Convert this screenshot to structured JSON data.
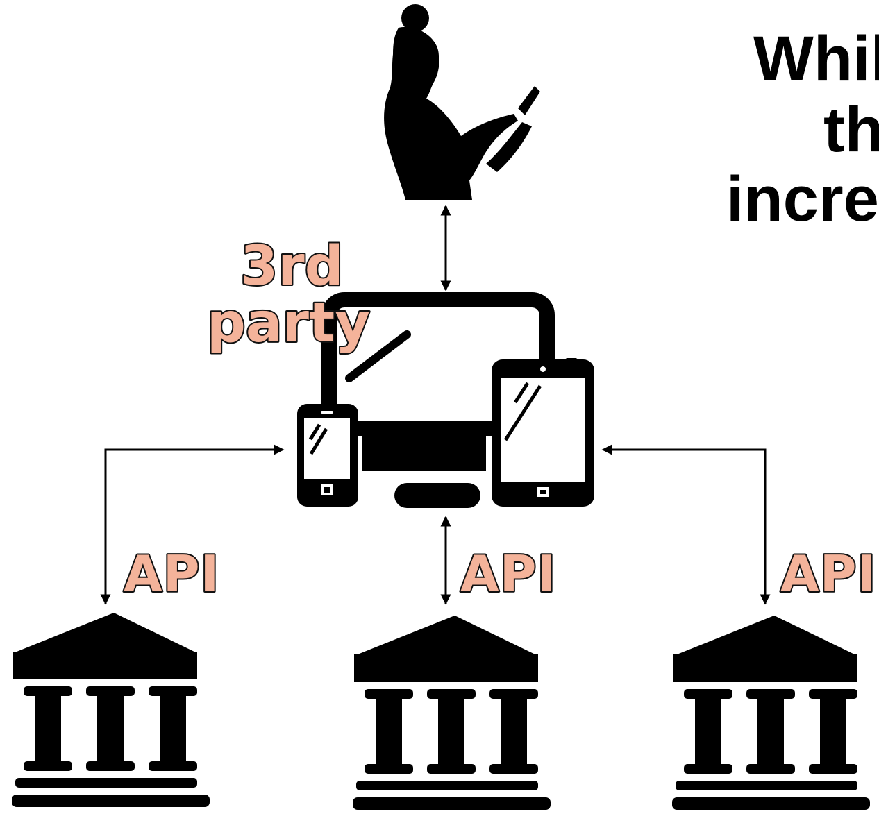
{
  "heading": {
    "lines": [
      "Whil",
      "th",
      "incre"
    ]
  },
  "third_party": {
    "lines": [
      "3rd",
      "party"
    ]
  },
  "connections": {
    "left_label": "API",
    "center_label": "API",
    "right_label": "API"
  },
  "colors": {
    "label_fill": "#f4b39a",
    "label_outline": "#111111",
    "icon": "#000000",
    "background": "#ffffff"
  },
  "icons": [
    "person-with-phone-icon",
    "devices-icon",
    "bank-icon"
  ]
}
